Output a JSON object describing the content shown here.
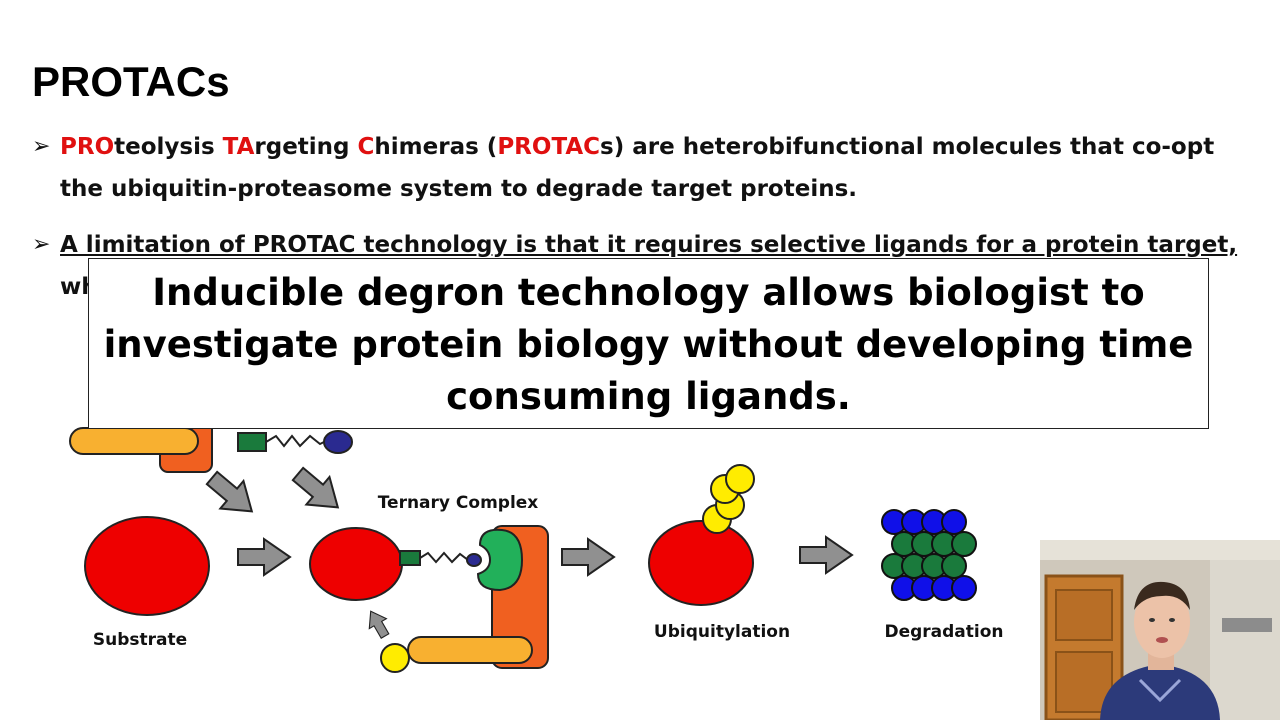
{
  "slide": {
    "title": "PROTACs"
  },
  "bullets": [
    {
      "arrow": "➢",
      "parts": [
        "PRO",
        "teolysis ",
        "TA",
        "rgeting ",
        "C",
        "himeras (",
        "PROTAC",
        "s) are heterobifunctional molecules that co-opt the ubiquitin-proteasome system to degrade target proteins."
      ]
    },
    {
      "arrow": "➢",
      "line1": "A limitation of PROTAC technology is that it requires selective ligands for a protein target,",
      "line2_visible": "wh"
    }
  ],
  "overlay": {
    "text": "Inducible degron technology allows biologist to investigate protein biology without developing time consuming ligands."
  },
  "diagram": {
    "labels": {
      "substrate": "Substrate",
      "ternary": "Ternary Complex",
      "ubiquitylation": "Ubiquitylation",
      "degradation": "Degradation"
    },
    "colors": {
      "substrate": "#ee0000",
      "e3_ligase": "#f06020",
      "adaptor": "#f8b030",
      "ubiquitin": "#ffec00",
      "recognition": "#22b05a",
      "linker_green": "#1a7a3c",
      "linker_blue": "#2a2a90",
      "proteasome_blue": "#1010e8",
      "proteasome_green": "#1a7a3c",
      "arrow": "#909090"
    }
  },
  "webcam": {
    "description": "presenter-webcam"
  }
}
